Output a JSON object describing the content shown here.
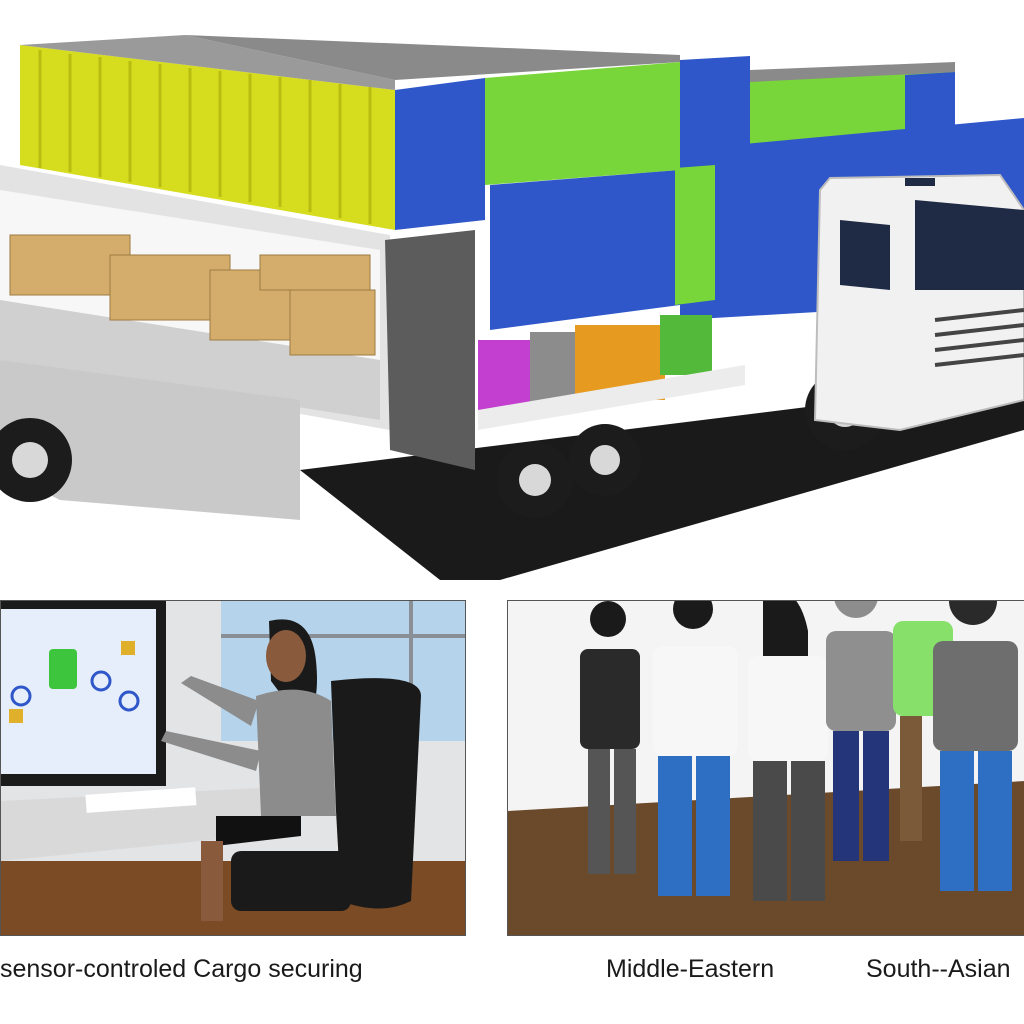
{
  "captions": {
    "left": "sensor-controled Cargo securing",
    "middle": "Middle-Eastern",
    "right": "South--Asian"
  },
  "illustration": {
    "top_scene": "truck-with-stacked-shipping-containers",
    "left_panel": "operator-at-monitoring-screen",
    "right_panel": "group-of-people"
  },
  "colors": {
    "container_yellow": "#d6dc1e",
    "container_blue": "#2f57c9",
    "container_green": "#79d63a",
    "truck_white": "#f1f1f1",
    "floor_wood": "#6b4a2c"
  }
}
